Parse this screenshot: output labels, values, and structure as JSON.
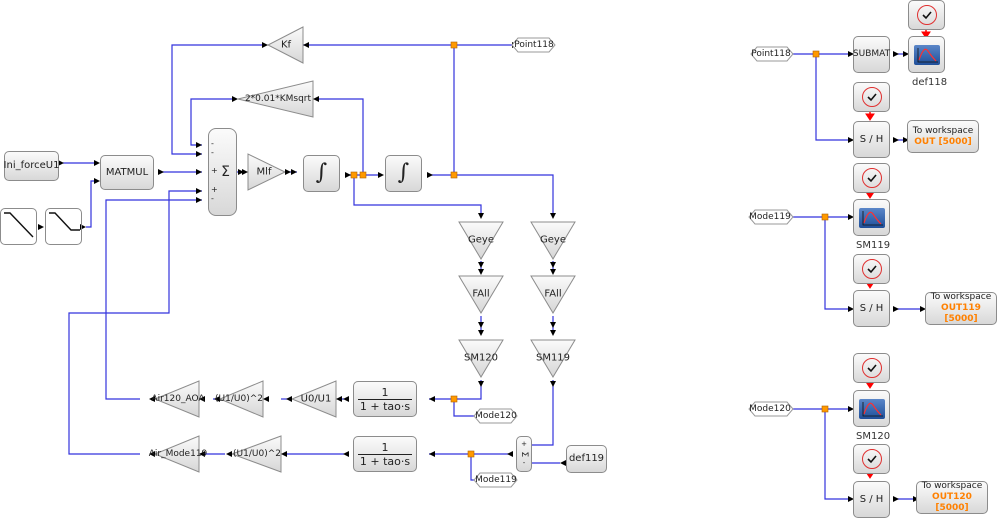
{
  "diagram": {
    "type": "xcos-block-diagram",
    "blocks": {
      "ini_force": "Ini_forceU1",
      "matmul": "MATMUL",
      "sum_symbol": "Σ",
      "sum_signs": [
        "-",
        "-",
        "+",
        "+",
        "-"
      ],
      "gain_mlf": "Mlf",
      "gain_kf": "Kf",
      "gain_damping": "2*0.01*KMsqrt",
      "integrator_symbol": "∫",
      "goto_point118": "Point118",
      "left_geye": "Geye",
      "left_fall": "FAll",
      "left_sm": "SM120",
      "right_geye": "Geye",
      "right_fall": "FAll",
      "right_sm": "SM119",
      "tf_numerator": "1",
      "tf_denominator": "1 + tao·s",
      "gain_u0u1": "U0/U1",
      "gain_sq_top": "(U1/U0)^2",
      "gain_sq_bottom": "(U1/U0)^2",
      "gain_air120": "Air120_AOA",
      "gain_air119": "Air_Mode119",
      "goto_mode120": "Mode120",
      "goto_mode119": "Mode119",
      "sum2_signs": [
        "+",
        "-"
      ],
      "sum2_symbol": "Σ",
      "const_def119": "def119"
    },
    "right_panel": {
      "group1": {
        "from_tag": "Point118",
        "submat": "SUBMAT",
        "scope_label": "def118",
        "sample_hold": "S / H",
        "to_workspace_title": "To workspace",
        "to_workspace_var": "OUT [5000]"
      },
      "group2": {
        "from_tag": "Mode119",
        "scope_label": "SM119",
        "sample_hold": "S / H",
        "to_workspace_title": "To workspace",
        "to_workspace_var": "OUT119 [5000]"
      },
      "group3": {
        "from_tag": "Mode120",
        "scope_label": "SM120",
        "sample_hold": "S / H",
        "to_workspace_title": "To workspace",
        "to_workspace_var": "OUT120 [5000]"
      }
    },
    "colors": {
      "link": "#3333dd",
      "split_point": "#ff9900",
      "event_link": "#ff0000",
      "workspace_var": "#ff8000"
    }
  }
}
